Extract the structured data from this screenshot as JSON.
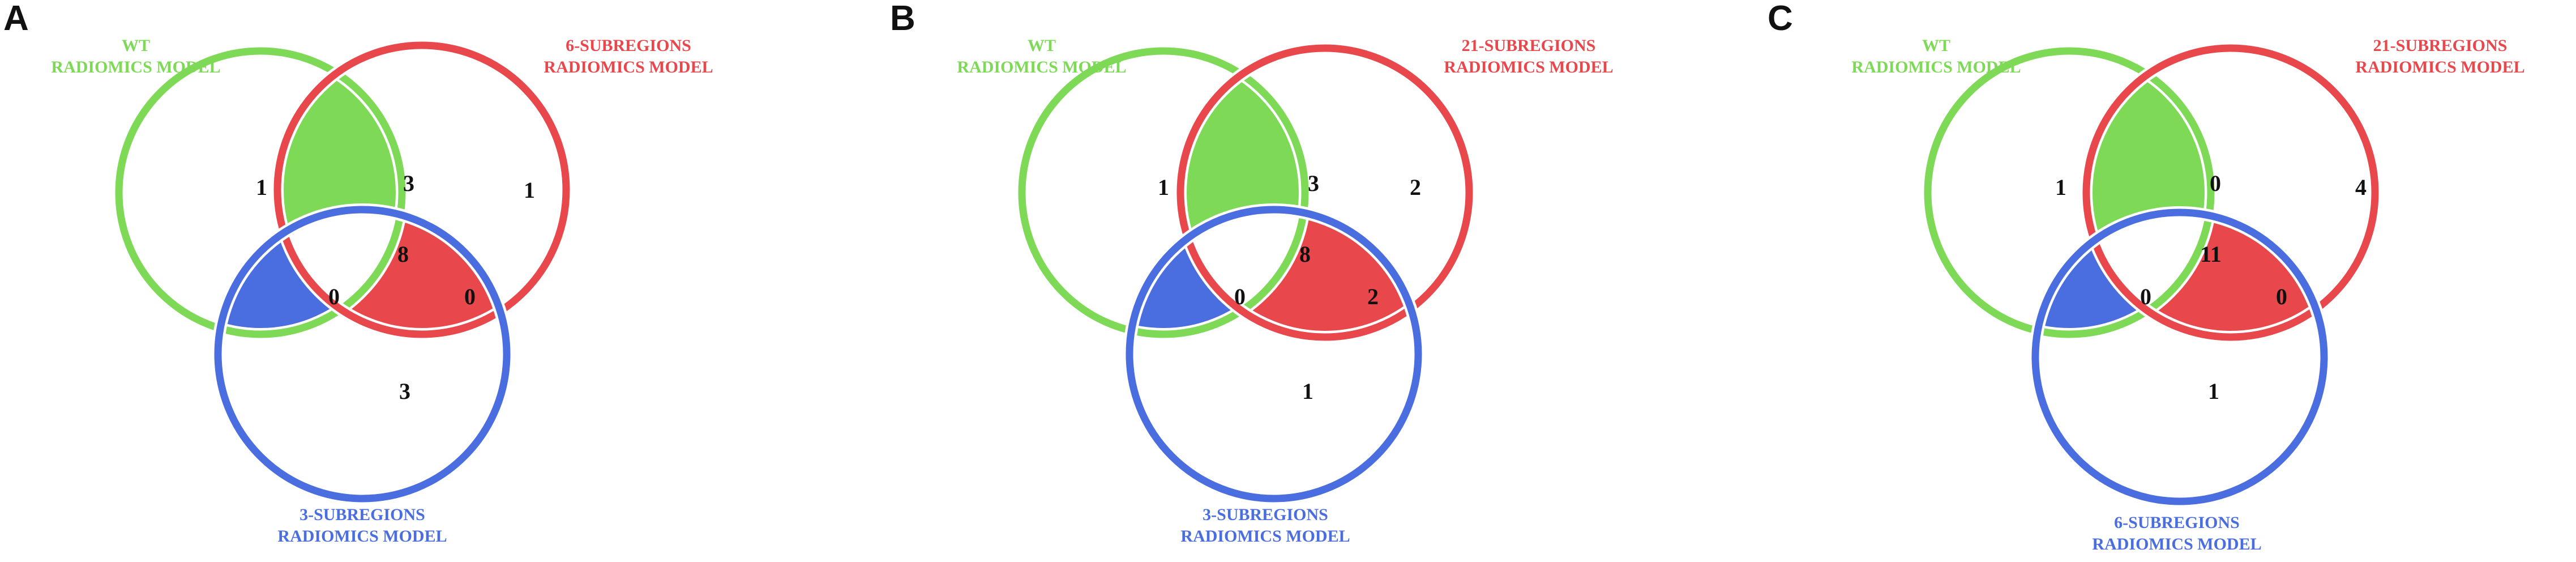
{
  "colors": {
    "green": "#7ed957",
    "red": "#e8474c",
    "blue": "#4a6ee0",
    "text": "#111111"
  },
  "panels": [
    {
      "letter": "A",
      "circles": {
        "top_left": {
          "line1": "WT",
          "line2": "RADIOMICS MODEL",
          "color": "green"
        },
        "top_right": {
          "line1": "6-SUBREGIONS",
          "line2": "RADIOMICS MODEL",
          "color": "red"
        },
        "bottom": {
          "line1": "3-SUBREGIONS",
          "line2": "RADIOMICS MODEL",
          "color": "blue"
        }
      },
      "counts": {
        "tl_only": 1,
        "tr_only": 1,
        "b_only": 3,
        "tl_tr": 3,
        "tl_b": 0,
        "tr_b": 0,
        "all": 8
      }
    },
    {
      "letter": "B",
      "circles": {
        "top_left": {
          "line1": "WT",
          "line2": "RADIOMICS MODEL",
          "color": "green"
        },
        "top_right": {
          "line1": "21-SUBREGIONS",
          "line2": "RADIOMICS MODEL",
          "color": "red"
        },
        "bottom": {
          "line1": "3-SUBREGIONS",
          "line2": "RADIOMICS MODEL",
          "color": "blue"
        }
      },
      "counts": {
        "tl_only": 1,
        "tr_only": 2,
        "b_only": 1,
        "tl_tr": 3,
        "tl_b": 0,
        "tr_b": 2,
        "all": 8
      }
    },
    {
      "letter": "C",
      "circles": {
        "top_left": {
          "line1": "WT",
          "line2": "RADIOMICS MODEL",
          "color": "green"
        },
        "top_right": {
          "line1": "21-SUBREGIONS",
          "line2": "RADIOMICS MODEL",
          "color": "red"
        },
        "bottom": {
          "line1": "6-SUBREGIONS",
          "line2": "RADIOMICS MODEL",
          "color": "blue"
        }
      },
      "counts": {
        "tl_only": 1,
        "tr_only": 4,
        "b_only": 1,
        "tl_tr": 0,
        "tl_b": 0,
        "tr_b": 0,
        "all": 11
      }
    }
  ]
}
